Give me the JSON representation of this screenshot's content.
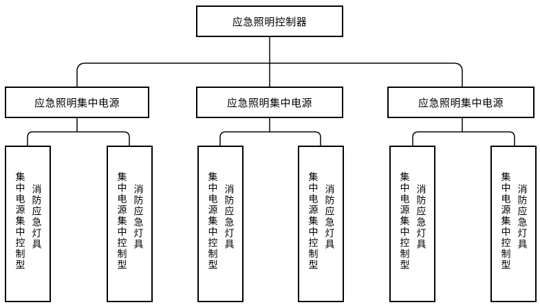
{
  "root": {
    "label": "应急照明控制器"
  },
  "branches": [
    {
      "label": "应急照明集中电源",
      "children": [
        {
          "col1": "集中电源集中控制型",
          "col2": "消防应急灯具"
        },
        {
          "col1": "集中电源集中控制型",
          "col2": "消防应急灯具"
        }
      ]
    },
    {
      "label": "应急照明集中电源",
      "children": [
        {
          "col1": "集中电源集中控制型",
          "col2": "消防应急灯具"
        },
        {
          "col1": "集中电源集中控制型",
          "col2": "消防应急灯具"
        }
      ]
    },
    {
      "label": "应急照明集中电源",
      "children": [
        {
          "col1": "集中电源集中控制型",
          "col2": "消防应急灯具"
        },
        {
          "col1": "集中电源集中控制型",
          "col2": "消防应急灯具"
        }
      ]
    }
  ]
}
